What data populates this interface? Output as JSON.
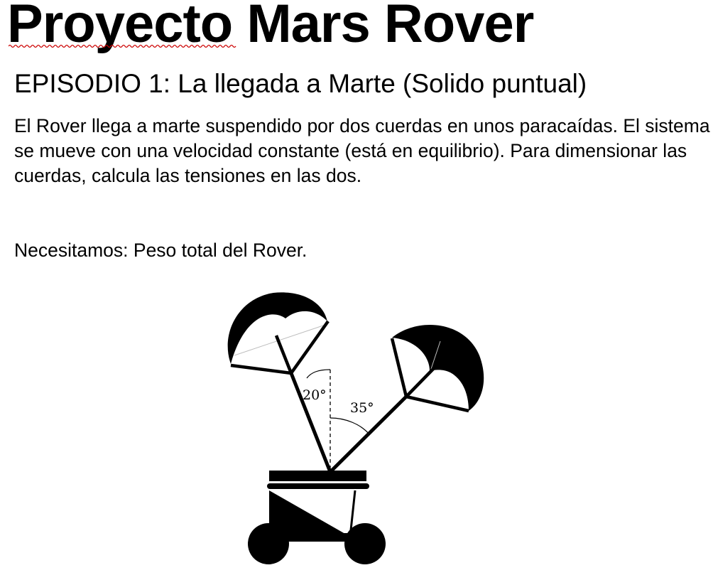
{
  "document": {
    "title": "Proyecto Mars Rover",
    "episode_title": "EPISODIO 1: La llegada a Marte (Solido puntual)",
    "statement": "El Rover llega a marte suspendido por dos cuerdas en unos paracaídas. El sistema se mueve con una velocidad constante (está en equilibrio). Para dimensionar las cuerdas, calcula las tensiones en las dos.",
    "needs": "Necesitamos: Peso total del Rover."
  },
  "diagram": {
    "left_angle_label": "20°",
    "right_angle_label": "35°"
  },
  "colors": {
    "text": "#000000",
    "spellcheck": "#cc0000"
  }
}
